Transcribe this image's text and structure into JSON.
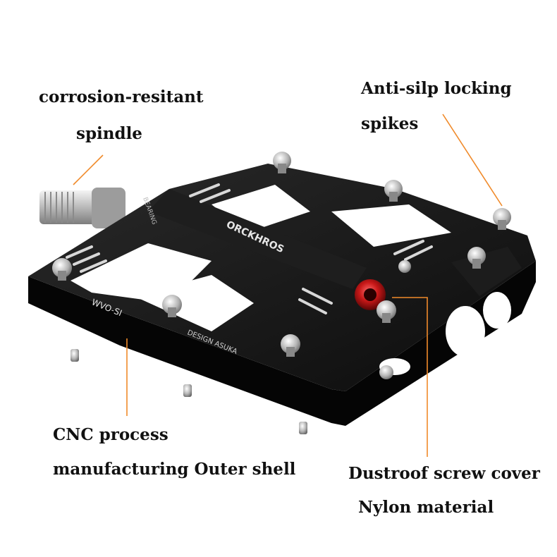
{
  "labels": {
    "spindle_line1": "corrosion-resitant",
    "spindle_line2": "spindle",
    "spikes_line1": "Anti-silp locking",
    "spikes_line2": "spikes",
    "shell_line1": "CNC process",
    "shell_line2": "manufacturing Outer shell",
    "cover_line1": "Dustroof screw cover",
    "cover_line2": "Nylon material"
  },
  "pedal_print": {
    "brand": "ORCKHROS",
    "model": "WVO-SI",
    "design": "DESIGN  ASUKA",
    "bearing": "BEARING"
  },
  "colors": {
    "leader_line": "#f08a2a",
    "pedal_body": "#141414",
    "dust_cover": "#c81818"
  }
}
